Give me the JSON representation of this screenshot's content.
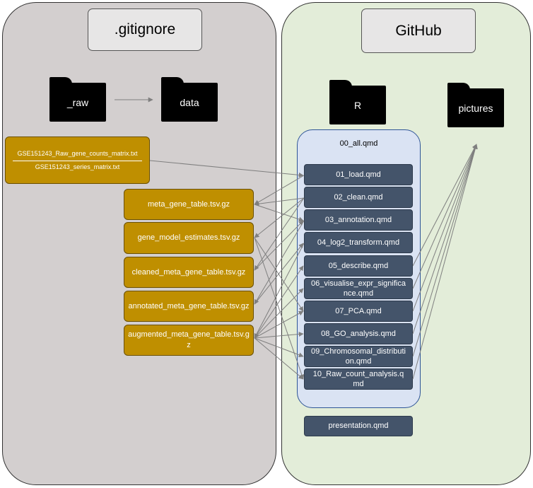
{
  "left_panel": {
    "title": ".gitignore"
  },
  "right_panel": {
    "title": "GitHub"
  },
  "folders": {
    "raw": "_raw",
    "data": "data",
    "r": "R",
    "pictures": "pictures"
  },
  "raw_files": {
    "line1": "GSE151243_Raw_gene_counts_matrix.txt",
    "line2": "GSE151243_series_matrix.txt"
  },
  "data_files": [
    "meta_gene_table.tsv.gz",
    "gene_model_estimates.tsv.gz",
    "cleaned_meta_gene_table.tsv.gz",
    "annotated_meta_gene_table.tsv.gz",
    "augmented_meta_gene_table.tsv.gz"
  ],
  "container_label": "00_all.qmd",
  "qmd_files": [
    "01_load.qmd",
    "02_clean.qmd",
    "03_annotation.qmd",
    "04_log2_transform.qmd",
    "05_describe.qmd",
    "06_visualise_expr_significance.qmd",
    "07_PCA.qmd",
    "08_GO_analysis.qmd",
    "09_Chromosomal_distribution.qmd",
    "10_Raw_count_analysis.qmd"
  ],
  "presentation": "presentation.qmd",
  "colors": {
    "gitignore_bg": "#d3cfcf",
    "github_bg": "#e3edd9",
    "data_file": "#bf8f00",
    "qmd": "#44546a",
    "container": "#dae3f3",
    "arrow": "#7f7f7f"
  }
}
